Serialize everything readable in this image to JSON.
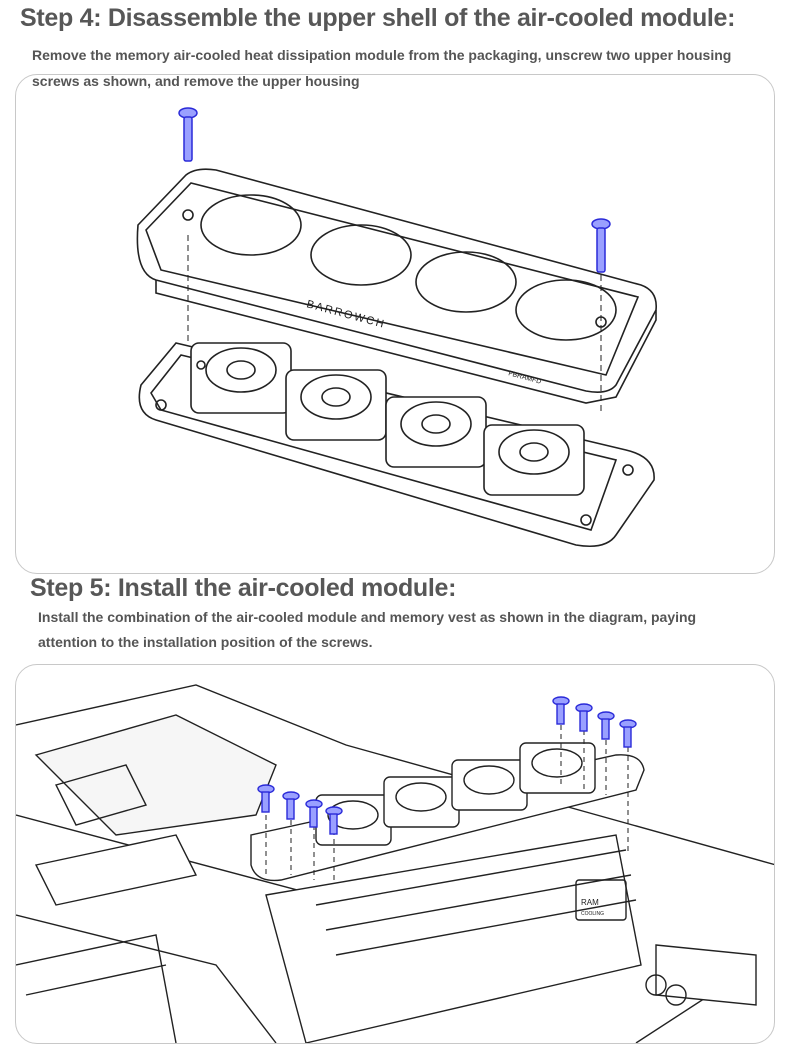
{
  "step4": {
    "title": "Step 4: Disassemble the upper shell of the air-cooled module:",
    "line1": "Remove the memory air-cooled heat dissipation module from the packaging, unscrew two upper housing",
    "line2": "screws as shown, and remove the upper housing",
    "logo_text": "BARROWCH",
    "model_text": "FBRAMFD"
  },
  "step5": {
    "title": "Step 5: Install the air-cooled module:",
    "line1": "Install the combination of the air-cooled module and memory vest as shown in the diagram, paying",
    "line2": "attention to the installation position of the screws.",
    "ram_label": "RAM",
    "ram_sub": "COOLING"
  },
  "colors": {
    "screw": "#2a2ad8",
    "line": "#222222",
    "panel_border": "#c8c8c8"
  }
}
